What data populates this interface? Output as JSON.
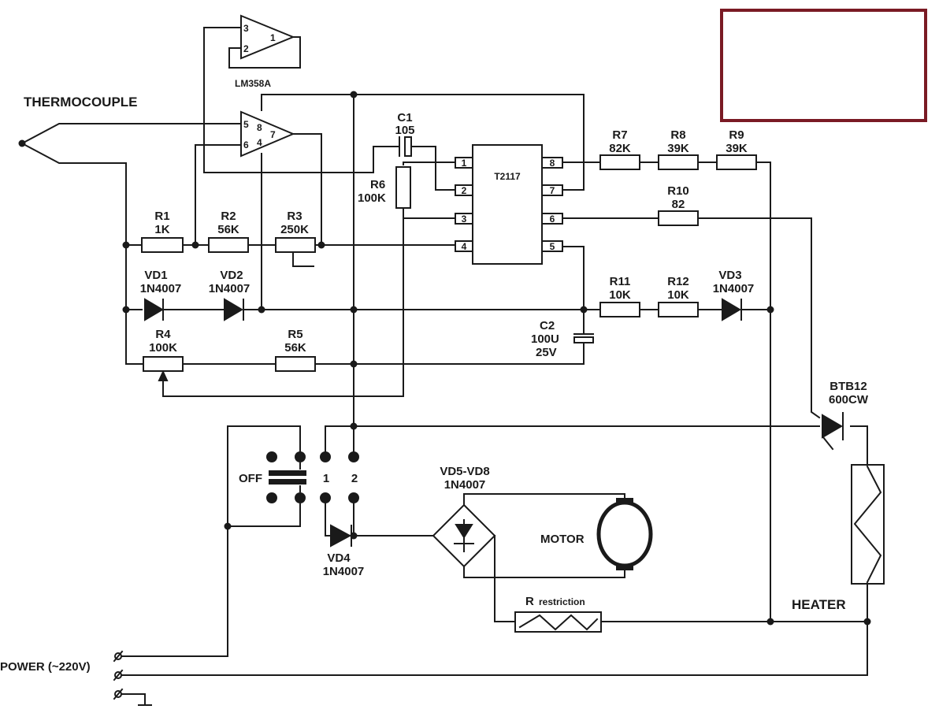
{
  "labels": {
    "thermocouple": "THERMOCOUPLE",
    "power": "POWER (~220V)",
    "off": "OFF",
    "pos1": "1",
    "pos2": "2",
    "motor": "MOTOR",
    "heater": "HEATER",
    "r_restriction_r": "R",
    "r_restriction_text": "restriction"
  },
  "ics": {
    "lm358": {
      "name": "LM358A",
      "opamp_a_pins": [
        "3",
        "2",
        "1"
      ],
      "opamp_b_pins": [
        "5",
        "6",
        "8",
        "4",
        "7"
      ]
    },
    "t2117": {
      "name": "T2117",
      "left_pins": [
        "1",
        "2",
        "3",
        "4"
      ],
      "right_pins": [
        "8",
        "7",
        "6",
        "5"
      ]
    }
  },
  "components": {
    "r1": {
      "ref": "R1",
      "value": "1K"
    },
    "r2": {
      "ref": "R2",
      "value": "56K"
    },
    "r3": {
      "ref": "R3",
      "value": "250K"
    },
    "r4": {
      "ref": "R4",
      "value": "100K"
    },
    "r5": {
      "ref": "R5",
      "value": "56K"
    },
    "r6": {
      "ref": "R6",
      "value": "100K"
    },
    "r7": {
      "ref": "R7",
      "value": "82K"
    },
    "r8": {
      "ref": "R8",
      "value": "39K"
    },
    "r9": {
      "ref": "R9",
      "value": "39K"
    },
    "r10": {
      "ref": "R10",
      "value": "82"
    },
    "r11": {
      "ref": "R11",
      "value": "10K"
    },
    "r12": {
      "ref": "R12",
      "value": "10K"
    },
    "c1": {
      "ref": "C1",
      "value": "105"
    },
    "c2": {
      "ref": "C2",
      "value": "100U",
      "voltage": "25V"
    },
    "vd1": {
      "ref": "VD1",
      "value": "1N4007"
    },
    "vd2": {
      "ref": "VD2",
      "value": "1N4007"
    },
    "vd3": {
      "ref": "VD3",
      "value": "1N4007"
    },
    "vd4": {
      "ref": "VD4",
      "value": "1N4007"
    },
    "vd58": {
      "ref": "VD5-VD8",
      "value": "1N4007"
    },
    "triac": {
      "ref": "BTB12",
      "value": "600CW"
    }
  },
  "colors": {
    "ink": "#1a1a1a",
    "frame": "#7a1a24"
  }
}
